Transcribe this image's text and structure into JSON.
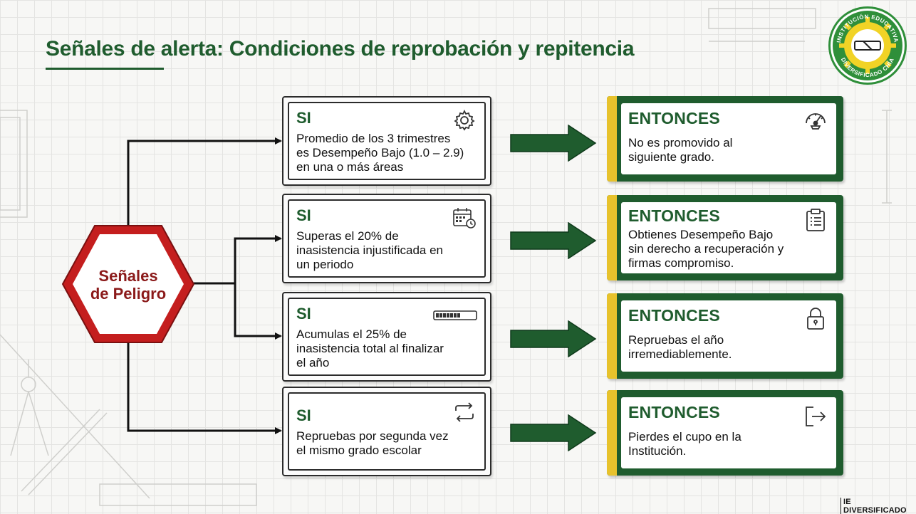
{
  "title": "Señales de alerta: Condiciones de reprobación y repitencia",
  "logo": {
    "top_text": "INSTITUCIÓN EDUCATIVA",
    "bottom_text": "DIVERSIFICADO CHÍA"
  },
  "hexagon": {
    "line1": "Señales",
    "line2": "de Peligro"
  },
  "rows": [
    {
      "si_label": "SI",
      "si_icon": "gear-icon",
      "si_lines": [
        "Promedio de los 3 trimestres",
        "es Desempeño Bajo (1.0 – 2.9)",
        "en una o más áreas"
      ],
      "ent_label": "ENTONCES",
      "ent_icon": "gauge-icon",
      "ent_lines": [
        "No es promovido al",
        "siguiente grado."
      ]
    },
    {
      "si_label": "SI",
      "si_icon": "calendar-clock-icon",
      "si_lines": [
        "Superas el 20% de",
        "inasistencia injustificada en",
        "un periodo"
      ],
      "ent_label": "ENTONCES",
      "ent_icon": "clipboard-icon",
      "ent_lines": [
        "Obtienes Desempeño Bajo",
        "sin derecho a recuperación y",
        "firmas compromiso."
      ]
    },
    {
      "si_label": "SI",
      "si_icon": "progress-bar-icon",
      "si_lines": [
        "Acumulas el 25% de",
        "inasistencia total al finalizar",
        "el año"
      ],
      "ent_label": "ENTONCES",
      "ent_icon": "lock-icon",
      "ent_lines": [
        "Repruebas el año",
        "irremediablemente."
      ]
    },
    {
      "si_label": "SI",
      "si_icon": "repeat-icon",
      "si_lines": [
        "Repruebas por segunda vez",
        "el mismo grado escolar"
      ],
      "ent_label": "ENTONCES",
      "ent_icon": "exit-icon",
      "ent_lines": [
        "Pierdes el cupo en la",
        "Institución."
      ]
    }
  ],
  "brand": "IE DIVERSIFICADO",
  "colors": {
    "primary_green": "#1f5c2e",
    "accent_yellow": "#e7c22c",
    "danger_red": "#c41e1e",
    "danger_text": "#8b1a1a"
  }
}
